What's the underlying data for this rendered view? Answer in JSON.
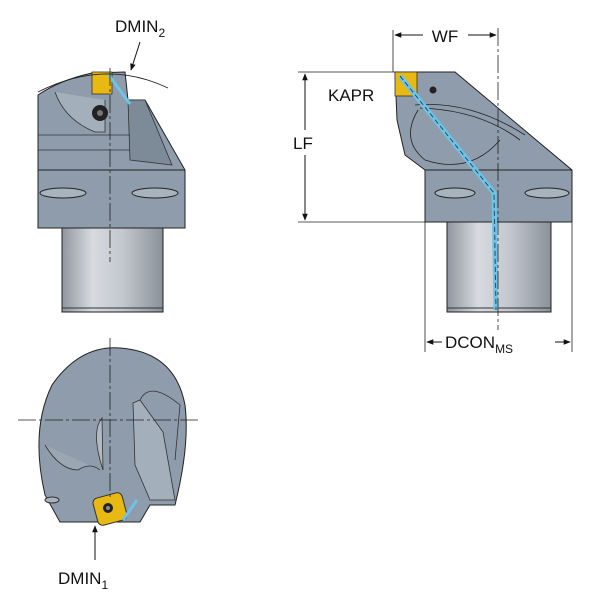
{
  "labels": {
    "dmin2": {
      "main": "DMIN",
      "sub": "2"
    },
    "dmin1": {
      "main": "DMIN",
      "sub": "1"
    },
    "wf": "WF",
    "lf": "LF",
    "kapr": "KAPR",
    "dcon_ms": {
      "main": "DCON",
      "sub": "MS"
    }
  },
  "colors": {
    "body": "#8e9cab",
    "body_dark": "#75828f",
    "shank": "#b9bfc6",
    "insert": "#e8b913",
    "coolant": "#6fc3e6",
    "line": "#111111"
  }
}
